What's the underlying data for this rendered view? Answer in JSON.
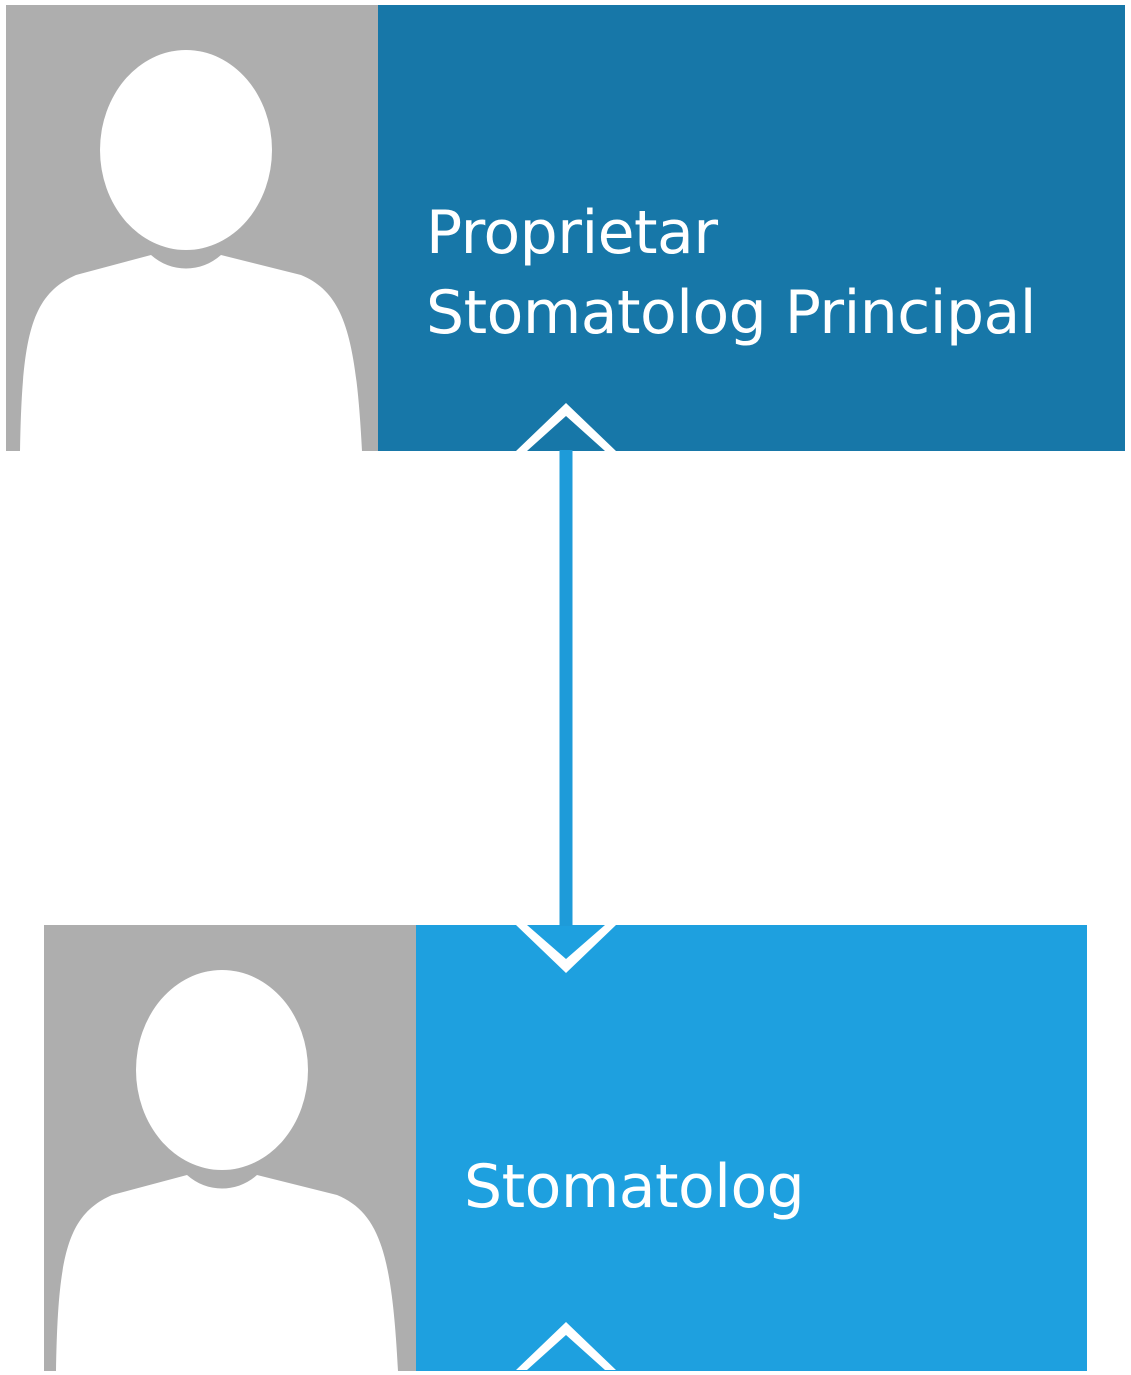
{
  "nodes": [
    {
      "id": "top",
      "lines": [
        "Proprietar",
        "Stomatolog Principal"
      ],
      "color": "#1777a8"
    },
    {
      "id": "bottom",
      "lines": [
        "Stomatolog"
      ],
      "color": "#1ea0df"
    }
  ],
  "icons": {
    "avatar": "person-placeholder-icon",
    "connector": "double-arrow-connector"
  },
  "colors": {
    "avatar_bg": "#aeaeae",
    "avatar_fg": "#ffffff",
    "connector": "#1e9bd9",
    "background": "#ffffff"
  }
}
